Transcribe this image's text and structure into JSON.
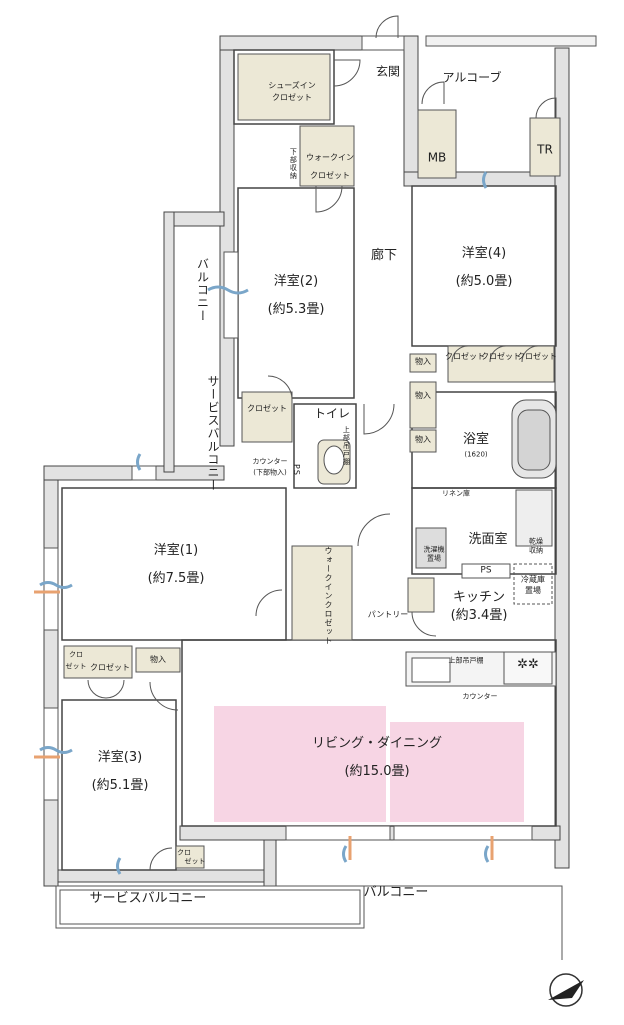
{
  "rooms": {
    "genkan": "玄関",
    "alcove": "アルコーブ",
    "mb": "MB",
    "tr": "TR",
    "shoes_closet_1": "シューズイン",
    "shoes_closet_2": "クロゼット",
    "walkin_1": "ウォークイン",
    "walkin_2": "クロゼット",
    "upper_storage": "下部収納",
    "room2_name": "洋室(2)",
    "room2_size": "(約5.3畳)",
    "hallway": "廊下",
    "room4_name": "洋室(4)",
    "room4_size": "(約5.0畳)",
    "balcony_side": "バルコニー",
    "service_balcony_side": "サービスバルコニー",
    "closet": "クロゼット",
    "storage": "物入",
    "toilet": "トイレ",
    "upper_cabinet_v": "上部吊戸棚",
    "counter_1": "カウンター",
    "counter_2": "(下部物入)",
    "ps_v": "PS",
    "bath": "浴室",
    "bath_size": "(1620)",
    "linen": "リネン庫",
    "washroom": "洗面室",
    "washer_1": "洗濯機",
    "washer_2": "置場",
    "dryer_1": "乾燥",
    "dryer_2": "収納",
    "ps": "PS",
    "fridge_1": "冷蔵庫",
    "fridge_2": "置場",
    "room1_name": "洋室(1)",
    "room1_size": "(約7.5畳)",
    "walkin_closet_v": "ウォークインクロゼット",
    "pantry": "パントリー",
    "kitchen": "キッチン",
    "kitchen_size": "(約3.4畳)",
    "kuro": "クロ",
    "zetto": "ゼット",
    "upper_cabinet": "上部吊戸棚",
    "counter": "カウンター",
    "room3_name": "洋室(3)",
    "room3_size": "(約5.1畳)",
    "ldk_name": "リビング・ダイニング",
    "ldk_size": "(約15.0畳)",
    "service_balcony": "サービスバルコニー",
    "balcony": "バルコニー"
  },
  "colors": {
    "wall": "#e2e2e2",
    "wall_edge": "#444444",
    "closet": "#ece8d6",
    "ldk": "#f7d5e4",
    "window_air": "#7aa6c9",
    "window_warm": "#e8a270"
  }
}
